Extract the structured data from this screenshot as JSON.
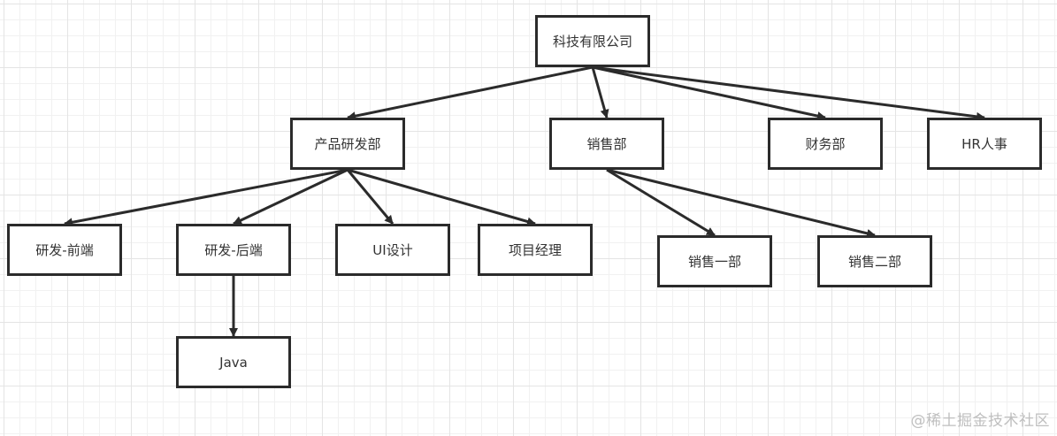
{
  "diagram": {
    "type": "org-chart",
    "nodes": [
      {
        "id": "company",
        "label": "科技有限公司"
      },
      {
        "id": "rnd",
        "label": "产品研发部"
      },
      {
        "id": "sales",
        "label": "销售部"
      },
      {
        "id": "finance",
        "label": "财务部"
      },
      {
        "id": "hr",
        "label": "HR人事"
      },
      {
        "id": "frontend",
        "label": "研发-前端"
      },
      {
        "id": "backend",
        "label": "研发-后端"
      },
      {
        "id": "ui",
        "label": "UI设计"
      },
      {
        "id": "pm",
        "label": "项目经理"
      },
      {
        "id": "sales1",
        "label": "销售一部"
      },
      {
        "id": "sales2",
        "label": "销售二部"
      },
      {
        "id": "java",
        "label": "Java"
      }
    ],
    "edges": [
      {
        "from": "company",
        "to": "rnd"
      },
      {
        "from": "company",
        "to": "sales"
      },
      {
        "from": "company",
        "to": "finance"
      },
      {
        "from": "company",
        "to": "hr"
      },
      {
        "from": "rnd",
        "to": "frontend"
      },
      {
        "from": "rnd",
        "to": "backend"
      },
      {
        "from": "rnd",
        "to": "ui"
      },
      {
        "from": "rnd",
        "to": "pm"
      },
      {
        "from": "sales",
        "to": "sales1"
      },
      {
        "from": "sales",
        "to": "sales2"
      },
      {
        "from": "backend",
        "to": "java"
      }
    ],
    "colors": {
      "stroke": "#2b2b2b",
      "text": "#333333",
      "grid": "#e4e4e4"
    }
  },
  "watermark": "@稀土掘金技术社区"
}
